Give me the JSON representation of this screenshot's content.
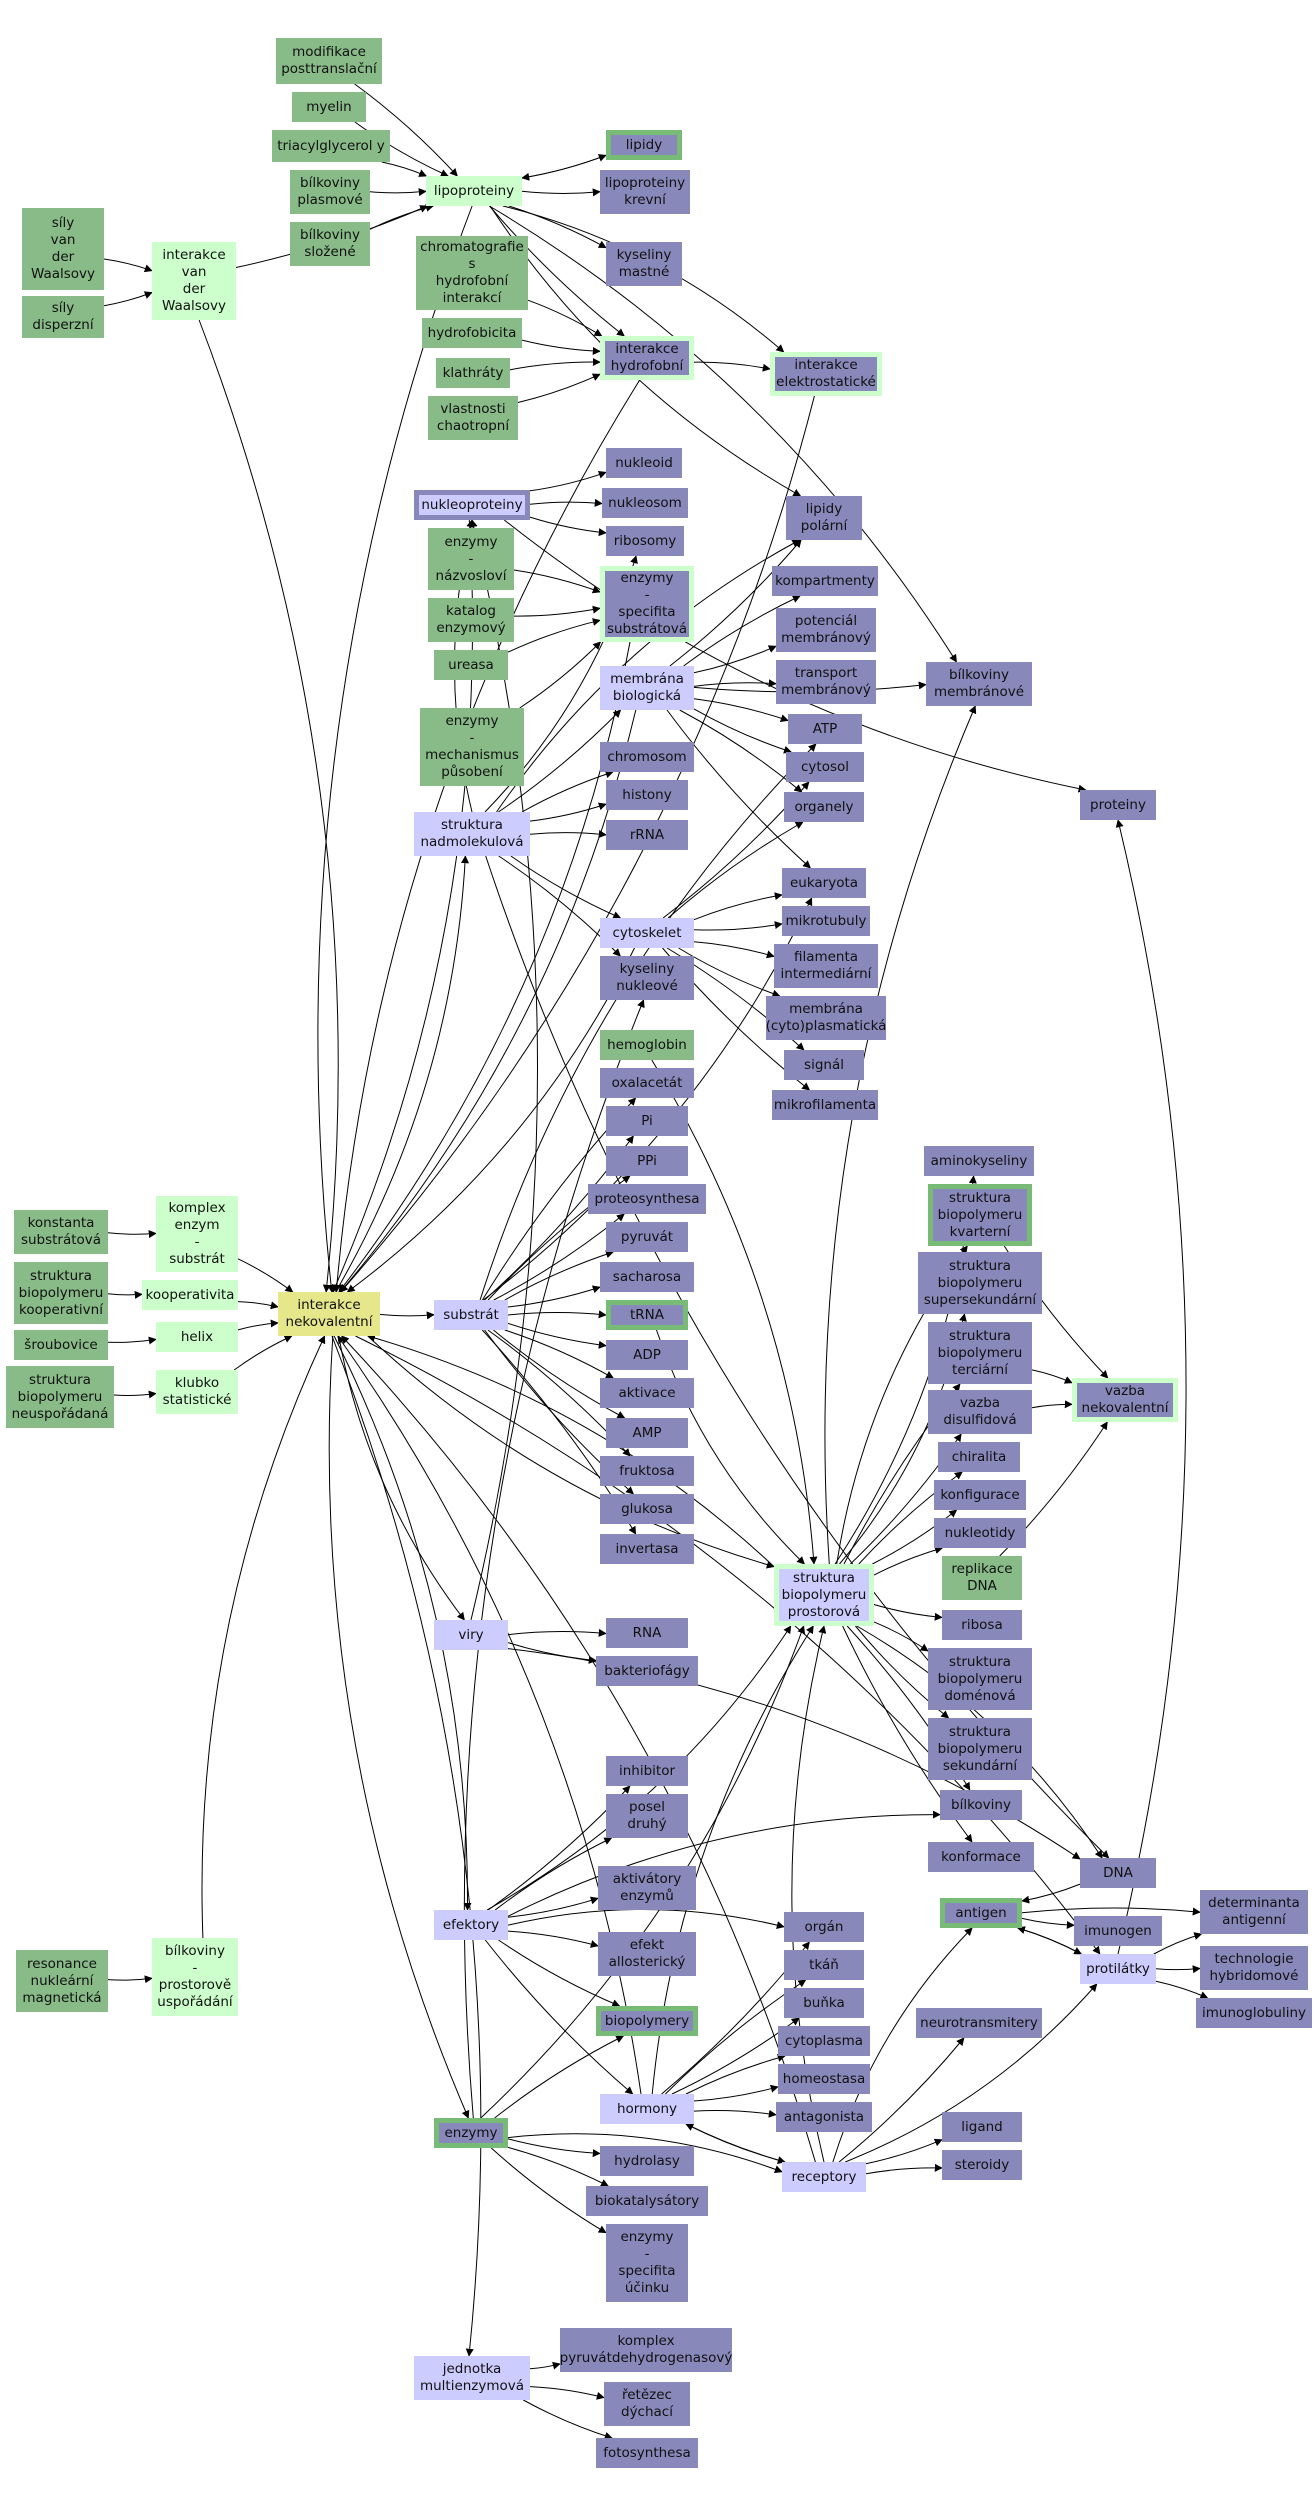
{
  "colors": {
    "source_green": "#88bb88",
    "light_green": "#ccffcc",
    "lavender": "#ccccff",
    "purple": "#8888bb",
    "center_yellow": "#e6e68a",
    "edge": "#000000"
  },
  "nodes": {
    "sily_van_der_waalsovy": "síly\nvan\nder\nWaalsovy",
    "sily_dispersni": "síly\ndisperzní",
    "interakce_vdw": "interakce\nvan\nder\nWaalsovy",
    "modifikace": "modifikace\nposttranslační",
    "myelin": "myelin",
    "triacylglycerol": "triacylglycerol y",
    "bilkoviny_plasmove": "bílkoviny\nplasmové",
    "bilkoviny_slozene": "bílkoviny\nsložené",
    "lipoproteiny": "lipoproteiny",
    "lipidy": "lipidy",
    "lipoproteiny_krevni": "lipoproteiny\nkrevní",
    "kyseliny_mastne": "kyseliny\nmastné",
    "chromatografie": "chromatografie\ns\nhydrofobní\ninterakcí",
    "hydrofobicita": "hydrofobicita",
    "klathraty": "klathráty",
    "vlastnosti_chaotropni": "vlastnosti\nchaotropní",
    "interakce_hydrofobni": "interakce\nhydrofobní",
    "interakce_elektrostaticke": "interakce\nelektrostatické",
    "nukleoid": "nukleoid",
    "nukleoproteiny": "nukleoproteiny",
    "nukleosom": "nukleosom",
    "ribosomy": "ribosomy",
    "lipidy_polarni": "lipidy\npolární",
    "enzymy_nazvoslovi": "enzymy\n-\nnázvosloví",
    "katalog": "katalog\nenzymový",
    "ureasa": "ureasa",
    "enzymy_specifita_substratova": "enzymy\n-\nspecifita\nsubstrátová",
    "kompartmenty": "kompartmenty",
    "potencial": "potenciál\nmembránový",
    "membrana_biologicka": "membrána\nbiologická",
    "transport": "transport\nmembránový",
    "bilkoviny_membranove": "bílkoviny\nmembránové",
    "enzymy_mechanismus": "enzymy\n-\nmechanismus\npůsobení",
    "atp": "ATP",
    "cytosol": "cytosol",
    "chromosom": "chromosom",
    "organely": "organely",
    "proteiny": "proteiny",
    "histony": "histony",
    "struktura_nadmolekulova": "struktura\nnadmolekulová",
    "rrna": "rRNA",
    "eukaryota": "eukaryota",
    "cytoskelet": "cytoskelet",
    "mikrotubuly": "mikrotubuly",
    "filamenta": "filamenta\nintermediární",
    "kyseliny_nukleove": "kyseliny\nnukleové",
    "membrana_cyto": "membrána\n(cyto)plasmatická",
    "hemoglobin": "hemoglobin",
    "signal": "signál",
    "oxalacetat": "oxalacetát",
    "mikrofilamenta": "mikrofilamenta",
    "pi": "Pi",
    "aminokyseliny": "aminokyseliny",
    "ppi": "PPi",
    "konstanta": "konstanta\nsubstrátová",
    "komplex_enzym_substrat": "komplex\nenzym\n-\nsubstrát",
    "proteosynthesa": "proteosynthesa",
    "struktura_kvarterni": "struktura\nbiopolymeru\nkvarterní",
    "pyruvat": "pyruvát",
    "struktura_kooperativni": "struktura\nbiopolymeru\nkooperativní",
    "kooperativita": "kooperativita",
    "sacharosa": "sacharosa",
    "struktura_supersekundarni": "struktura\nbiopolymeru\nsupersekundární",
    "interakce_nekovalentni": "interakce\nnekovalentní",
    "substrat": "substrát",
    "trna": "tRNA",
    "sroubovice": "šroubovice",
    "helix": "helix",
    "struktura_terciarni": "struktura\nbiopolymeru\nterciární",
    "adp": "ADP",
    "struktura_neuspor": "struktura\nbiopolymeru\nneuspořádaná",
    "klubko": "klubko\nstatistické",
    "aktivace": "aktivace",
    "vazba_disulfidova": "vazba\ndisulfidová",
    "vazba_nekovalentni": "vazba\nnekovalentní",
    "amp": "AMP",
    "chiralita": "chiralita",
    "fruktosa": "fruktosa",
    "konfigurace": "konfigurace",
    "glukosa": "glukosa",
    "nukleotidy": "nukleotidy",
    "replikace": "replikace\nDNA",
    "invertasa": "invertasa",
    "struktura_prostorova": "struktura\nbiopolymeru\nprostorová",
    "ribosa": "ribosa",
    "viry": "viry",
    "rna": "RNA",
    "bakteriofagy": "bakteriofágy",
    "struktura_domenova": "struktura\nbiopolymeru\ndoménová",
    "struktura_sekundarni": "struktura\nbiopolymeru\nsekundární",
    "inhibitor": "inhibitor",
    "bilkoviny": "bílkoviny",
    "posel": "posel\ndruhý",
    "konformace": "konformace",
    "dna": "DNA",
    "aktivatory": "aktivátory\nenzymů",
    "efektory": "efektory",
    "antigen": "antigen",
    "determinanta": "determinanta\nantigenní",
    "organ": "orgán",
    "imunogen": "imunogen",
    "efekt_allostericky": "efekt\nallosterický",
    "tkan": "tkáň",
    "technologie": "technologie\nhybridomové",
    "protilatky": "protilátky",
    "resonance": "resonance\nnukleární\nmagnetická",
    "bilkoviny_uspor": "bílkoviny\n-\nprostorově\nuspořádání",
    "bunka": "buňka",
    "imunoglobuliny": "imunoglobuliny",
    "biopolymery": "biopolymery",
    "neurotransmitery": "neurotransmitery",
    "cytoplasma": "cytoplasma",
    "homeostasa": "homeostasa",
    "hormony": "hormony",
    "antagonista": "antagonista",
    "ligand": "ligand",
    "enzymy": "enzymy",
    "steroidy": "steroidy",
    "hydrolasy": "hydrolasy",
    "receptory": "receptory",
    "biokatalysatory": "biokatalysátory",
    "enzymy_specifita_ucinku": "enzymy\n-\nspecifita\núčinku",
    "komplex_pyruvat": "komplex\npyruvátdehydrogenasový",
    "jednotka": "jednotka\nmultienzymová",
    "retezec": "řetězec\ndýchací",
    "fotosynthesa": "fotosynthesa"
  }
}
